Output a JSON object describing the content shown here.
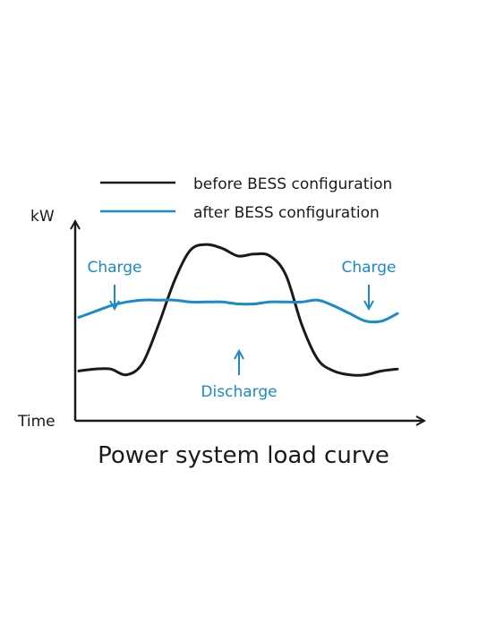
{
  "chart_data": {
    "type": "line",
    "title": "Power system load curve",
    "ylabel": "kW",
    "xlabel": "Time",
    "grid": false,
    "legend_position": "top",
    "x": [
      0,
      0.05,
      0.1,
      0.15,
      0.2,
      0.25,
      0.3,
      0.35,
      0.4,
      0.45,
      0.5,
      0.55,
      0.6,
      0.65,
      0.7,
      0.75,
      0.8,
      0.85,
      0.9,
      0.95,
      1.0
    ],
    "series": [
      {
        "name": "before BESS configuration",
        "color": "#1a1a1a",
        "values": [
          0.26,
          0.27,
          0.27,
          0.24,
          0.3,
          0.5,
          0.73,
          0.89,
          0.92,
          0.9,
          0.86,
          0.87,
          0.86,
          0.76,
          0.5,
          0.32,
          0.26,
          0.24,
          0.24,
          0.26,
          0.27
        ]
      },
      {
        "name": "after BESS configuration",
        "color": "#1a8ac9",
        "values": [
          0.54,
          0.57,
          0.6,
          0.62,
          0.63,
          0.63,
          0.63,
          0.62,
          0.62,
          0.62,
          0.61,
          0.61,
          0.62,
          0.62,
          0.62,
          0.63,
          0.6,
          0.56,
          0.52,
          0.52,
          0.56
        ]
      }
    ],
    "annotations": [
      {
        "text": "Charge",
        "arrow": "down",
        "near_x": 0.12,
        "color": "#1a8ac9"
      },
      {
        "text": "Discharge",
        "arrow": "up",
        "near_x": 0.5,
        "color": "#1a8ac9"
      },
      {
        "text": "Charge",
        "arrow": "down",
        "near_x": 0.91,
        "color": "#1a8ac9"
      }
    ]
  }
}
